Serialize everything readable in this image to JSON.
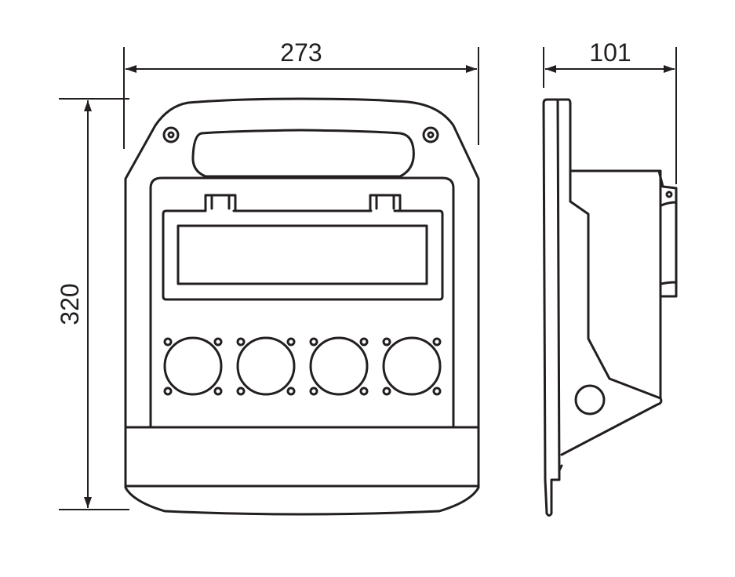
{
  "dimensions": {
    "width": "273",
    "height": "320",
    "depth": "101"
  },
  "colors": {
    "line": "#231f20",
    "background": "#ffffff"
  },
  "front_view": {
    "socket_count": 4
  }
}
